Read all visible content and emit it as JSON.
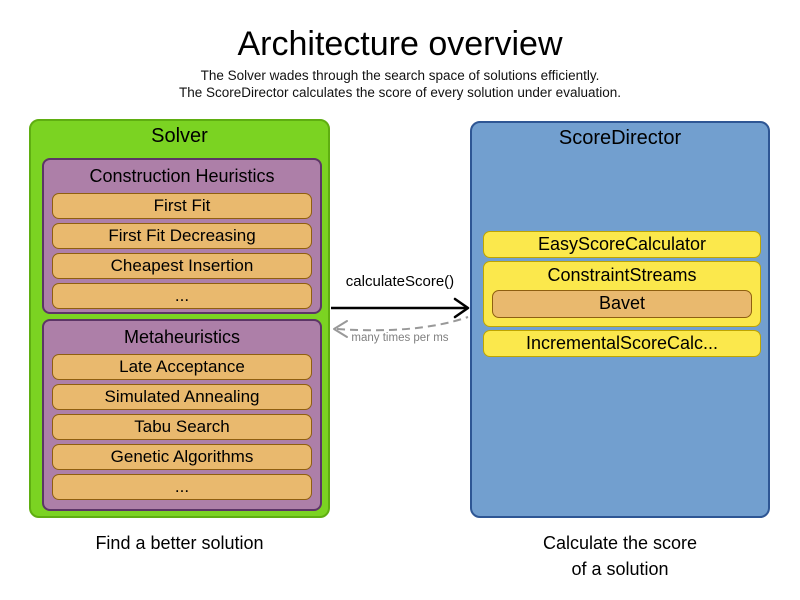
{
  "title": "Architecture overview",
  "subtitle_line1": "The Solver wades through the search space of solutions efficiently.",
  "subtitle_line2": "The ScoreDirector calculates the score of every solution under evaluation.",
  "solver": {
    "label": "Solver",
    "caption": "Find a better solution",
    "groups": [
      {
        "label": "Construction Heuristics",
        "items": [
          "First Fit",
          "First Fit Decreasing",
          "Cheapest Insertion",
          "..."
        ]
      },
      {
        "label": "Metaheuristics",
        "items": [
          "Late Acceptance",
          "Simulated Annealing",
          "Tabu Search",
          "Genetic Algorithms",
          "..."
        ]
      }
    ]
  },
  "score_director": {
    "label": "ScoreDirector",
    "caption_line1": "Calculate the score",
    "caption_line2": "of a solution",
    "items": [
      "EasyScoreCalculator",
      "ConstraintStreams",
      "IncrementalScoreCalc..."
    ],
    "bavet_label": "Bavet"
  },
  "arrows": {
    "call_label": "calculateScore()",
    "frequency_label": "many times per ms"
  },
  "colors": {
    "solver_fill": "#7bd322",
    "solver_border": "#5fae11",
    "group_fill": "#ad7fa8",
    "group_border": "#5c3566",
    "chip_fill": "#e9b96e",
    "chip_border": "#8f5f10",
    "sd_fill": "#729fcf",
    "sd_border": "#2e5694",
    "calc_fill": "#fbe84c",
    "calc_border": "#bfa500",
    "arrow_black": "#000000",
    "arrow_gray": "#999999",
    "freq_label_color": "#808080"
  }
}
